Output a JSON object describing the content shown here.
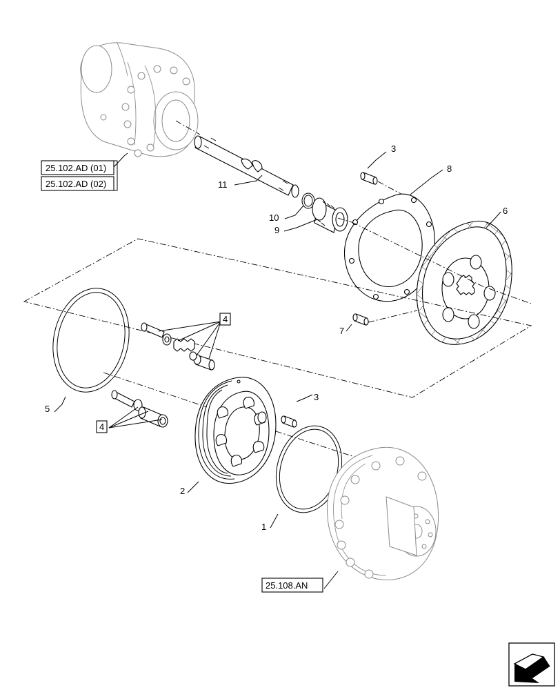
{
  "callouts": {
    "c1": "1",
    "c2": "2",
    "c3a": "3",
    "c3b": "3",
    "c4a": "4",
    "c4b": "4",
    "c5": "5",
    "c6": "6",
    "c7": "7",
    "c8": "8",
    "c9": "9",
    "c10": "10",
    "c11": "11"
  },
  "references": {
    "ref_ad01": "25.102.AD (01)",
    "ref_ad02": "25.102.AD (02)",
    "ref_an": "25.108.AN"
  },
  "nav": {
    "icon": "arrow-icon"
  }
}
